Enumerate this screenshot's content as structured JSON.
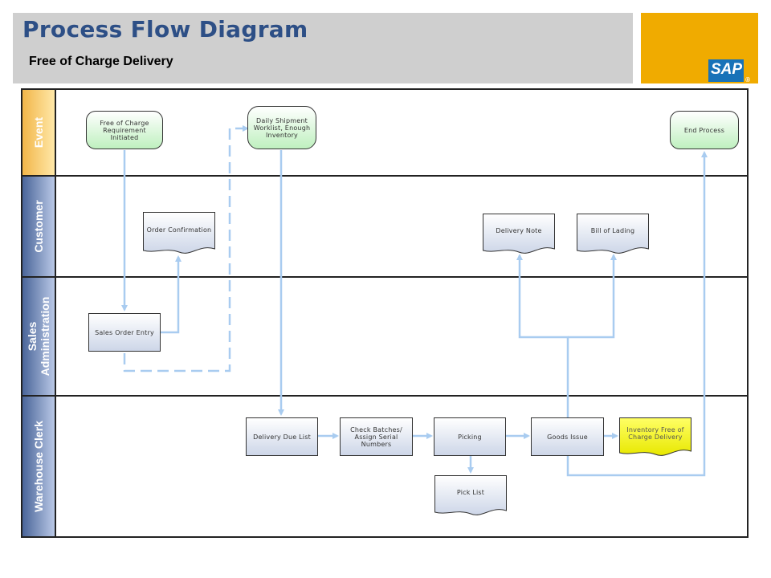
{
  "header": {
    "title": "Process Flow Diagram",
    "subtitle": "Free of Charge Delivery",
    "logo_text": "SAP",
    "logo_mark": "®"
  },
  "lanes": [
    {
      "label": "Event"
    },
    {
      "label": "Customer"
    },
    {
      "label": "Sales Administration"
    },
    {
      "label": "Warehouse Clerk"
    }
  ],
  "nodes": {
    "foc_initiated": "Free of Charge Requirement Initiated",
    "daily_shipment": "Daily Shipment Worklist, Enough Inventory",
    "end_process": "End Process",
    "order_confirmation": "Order Confirmation",
    "delivery_note": "Delivery Note",
    "bill_of_lading": "Bill of Lading",
    "sales_order_entry": "Sales Order Entry",
    "delivery_due_list": "Delivery Due List",
    "check_batches": "Check Batches/ Assign Serial Numbers",
    "picking": "Picking",
    "goods_issue": "Goods Issue",
    "inventory_foc": "Inventory Free of Charge Delivery",
    "pick_list": "Pick List"
  },
  "colors": {
    "accent": "#2d4f86",
    "logo_bg": "#f0ab00",
    "logo_blue": "#1872b8",
    "arrow": "#a9ccf0",
    "event_fill": "#bff0bf",
    "highlight_doc": "#f2f200"
  }
}
